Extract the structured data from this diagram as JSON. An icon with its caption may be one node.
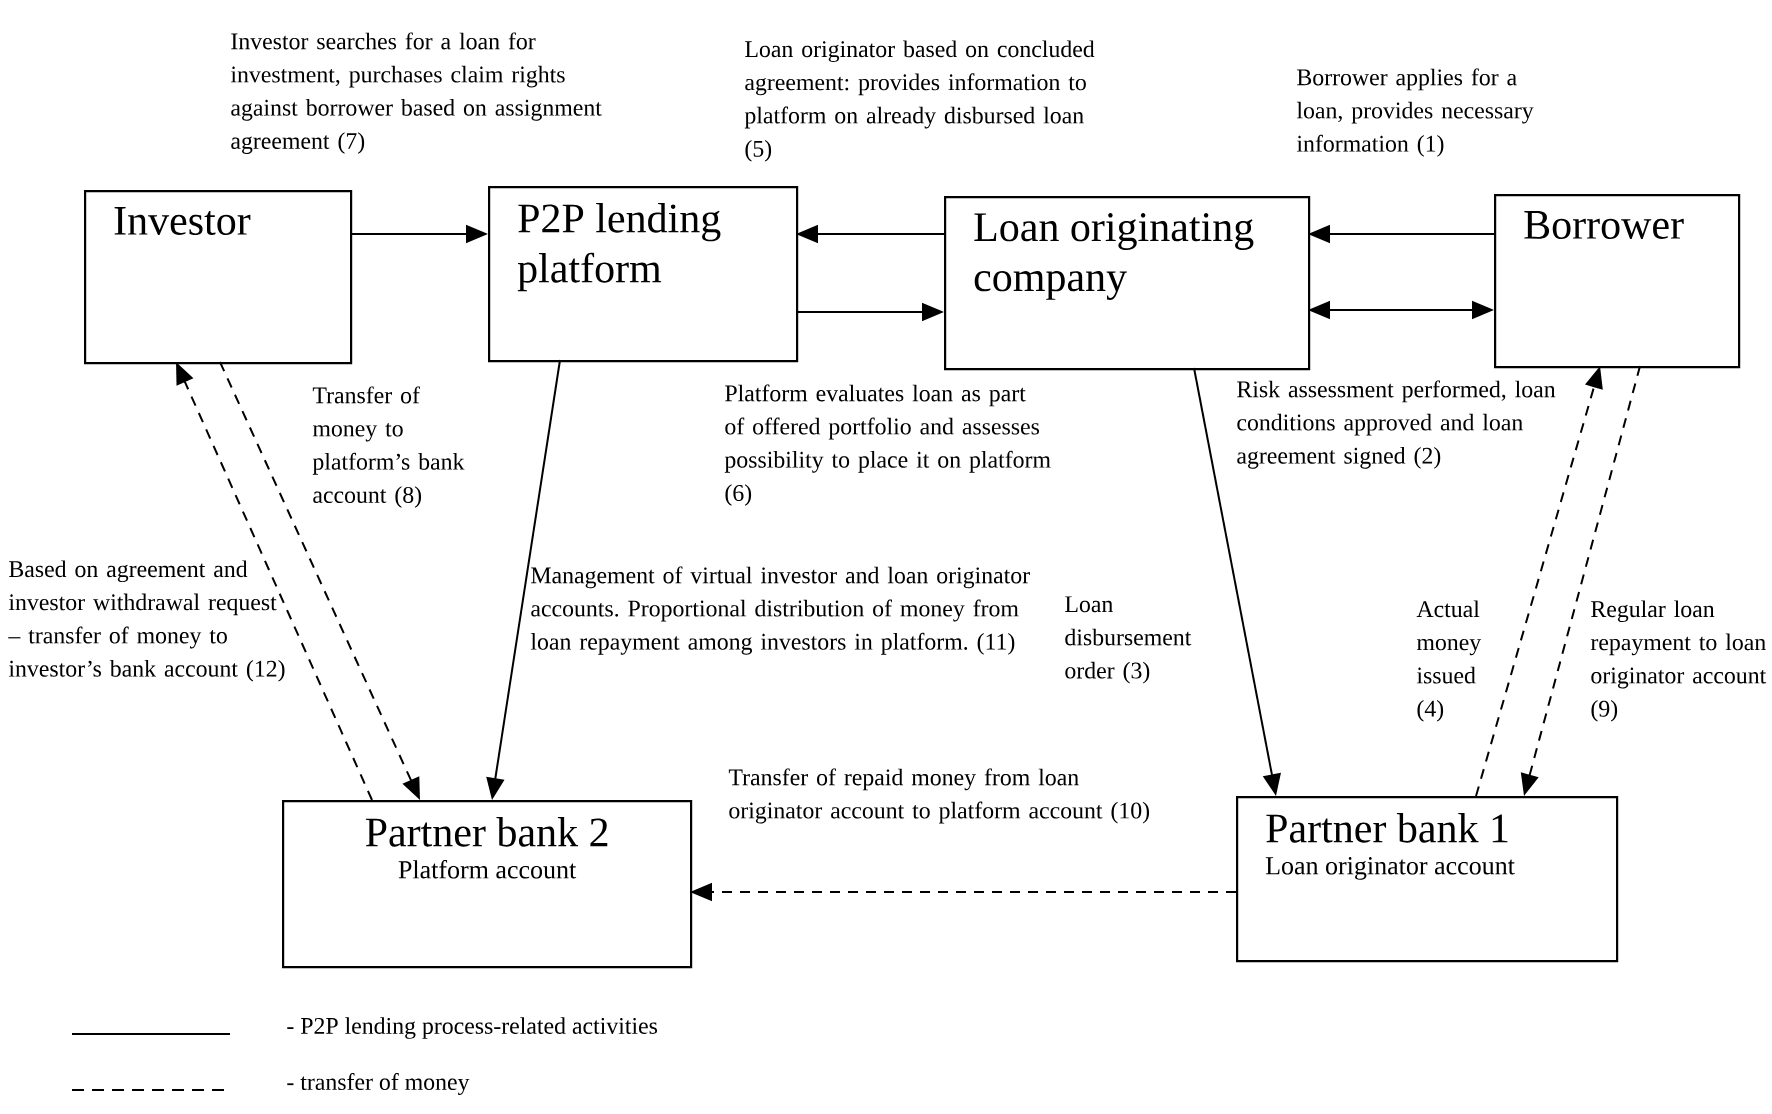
{
  "diagram": {
    "nodes": [
      {
        "text": [
          "Investor"
        ]
      },
      {
        "text": [
          "P2P lending platform"
        ]
      },
      {
        "text": [
          "Loan originating company"
        ]
      },
      {
        "text": [
          "Borrower"
        ]
      },
      {
        "text": [
          "Partner bank 2",
          "Platform account"
        ]
      },
      {
        "text": [
          "Partner bank 1",
          "Loan originator account"
        ]
      }
    ],
    "edges": [
      {
        "from": 0,
        "to": 1,
        "arrow": "to",
        "label": "Investor searches for a loan for investment, purchases claim rights against borrower based on assignment agreement (7)"
      },
      {
        "from": 2,
        "to": 1,
        "arrow": "to",
        "label": "Loan originator based on concluded agreement: provides information to platform on already disbursed loan (5)"
      },
      {
        "from": 1,
        "to": 2,
        "arrow": "to",
        "label": "Platform evaluates loan as part of offered portfolio and assesses possibility to place it on platform (6)"
      },
      {
        "from": 3,
        "to": 2,
        "arrow": "to",
        "label": "Borrower applies for a loan, provides necessary information (1)"
      },
      {
        "from": 2,
        "to": 3,
        "arrow": "both"
      },
      {
        "from": 2,
        "to": 5,
        "arrow": "to",
        "label": "Loan disbursement order (3)"
      },
      {
        "from": 5,
        "to": 3,
        "arrow": "to",
        "style": "dashed",
        "label": "Actual money issued (4)"
      },
      {
        "from": 3,
        "to": 5,
        "arrow": "to",
        "style": "dashed",
        "label": "Regular loan repayment to loan originator account (9)"
      },
      {
        "from": 1,
        "to": 4,
        "arrow": "to",
        "label": "Management of virtual investor and loan originator accounts. Proportional distribution of money from loan repayment among investors in platform. (11)"
      },
      {
        "from": 0,
        "to": 4,
        "arrow": "to",
        "style": "dashed",
        "label": "Transfer of money to platform’s bank account (8)"
      },
      {
        "from": 4,
        "to": 0,
        "arrow": "to",
        "style": "dashed",
        "label": "Based on agreement and investor withdrawal request – transfer of money to investor’s bank account (12)"
      },
      {
        "from": 5,
        "to": 4,
        "arrow": "to",
        "style": "dashed",
        "label": "Transfer of repaid money from loan originator account to platform account (10)"
      }
    ],
    "labels": [
      "Risk assessment performed, loan conditions approved and loan agreement signed (2)"
    ],
    "legend": [
      {
        "text": "- P2P lending process-related activities"
      },
      {
        "text": "- transfer of money"
      }
    ]
  }
}
